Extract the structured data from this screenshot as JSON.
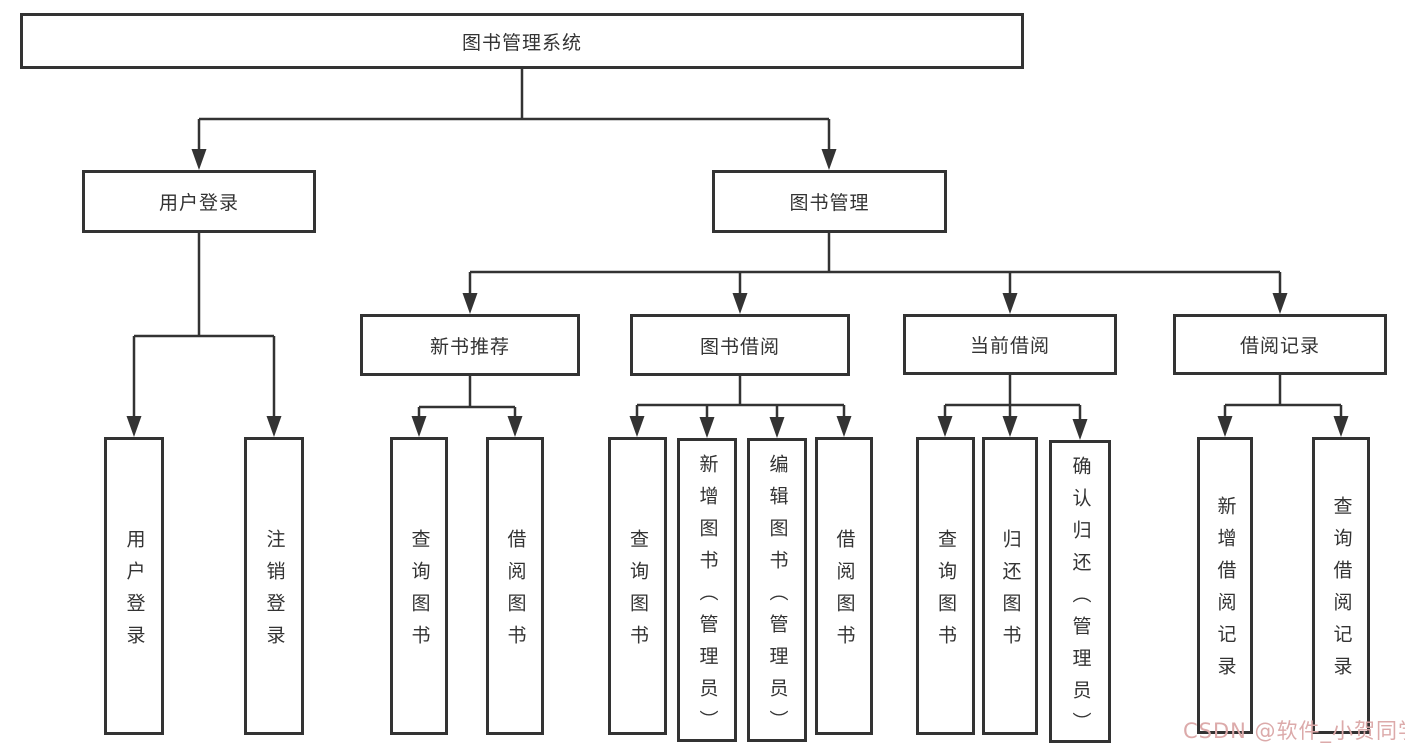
{
  "diagram_title": "图书管理系统",
  "tree": {
    "root": {
      "label": "图书管理系统",
      "children": [
        {
          "label": "用户登录",
          "children": [
            {
              "label": "用户登录"
            },
            {
              "label": "注销登录"
            }
          ]
        },
        {
          "label": "图书管理",
          "children": [
            {
              "label": "新书推荐",
              "children": [
                {
                  "label": "查询图书"
                },
                {
                  "label": "借阅图书"
                }
              ]
            },
            {
              "label": "图书借阅",
              "children": [
                {
                  "label": "查询图书"
                },
                {
                  "label": "新增图书（管理员）"
                },
                {
                  "label": "编辑图书（管理员）"
                },
                {
                  "label": "借阅图书"
                }
              ]
            },
            {
              "label": "当前借阅",
              "children": [
                {
                  "label": "查询图书"
                },
                {
                  "label": "归还图书"
                },
                {
                  "label": "确认归还（管理员）"
                }
              ]
            },
            {
              "label": "借阅记录",
              "children": [
                {
                  "label": "新增借阅记录"
                },
                {
                  "label": "查询借阅记录"
                }
              ]
            }
          ]
        }
      ]
    }
  },
  "watermark": {
    "text": "CSDN @软件_小贺同学",
    "color": "#dcaaaa"
  },
  "colors": {
    "line": "#333333",
    "box_border": "#333333",
    "box_fill": "#ffffff",
    "text": "#333333",
    "background": "#ffffff"
  }
}
